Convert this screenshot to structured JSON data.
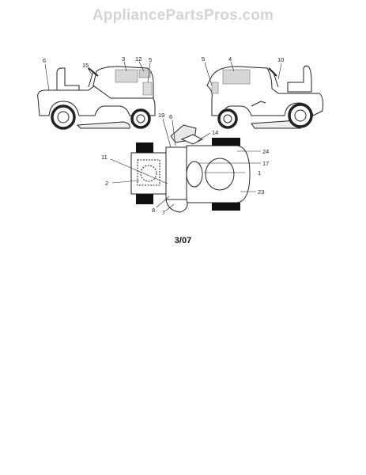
{
  "watermark": "AppliancePartsPros.com",
  "date_code": "3/07",
  "callouts": {
    "left_tractor": [
      "6",
      "15",
      "3",
      "12",
      "5"
    ],
    "right_tractor": [
      "5",
      "4",
      "10"
    ],
    "top_view": [
      "19",
      "6",
      "14",
      "24",
      "17",
      "1",
      "11",
      "2",
      "23",
      "8",
      "7"
    ]
  }
}
